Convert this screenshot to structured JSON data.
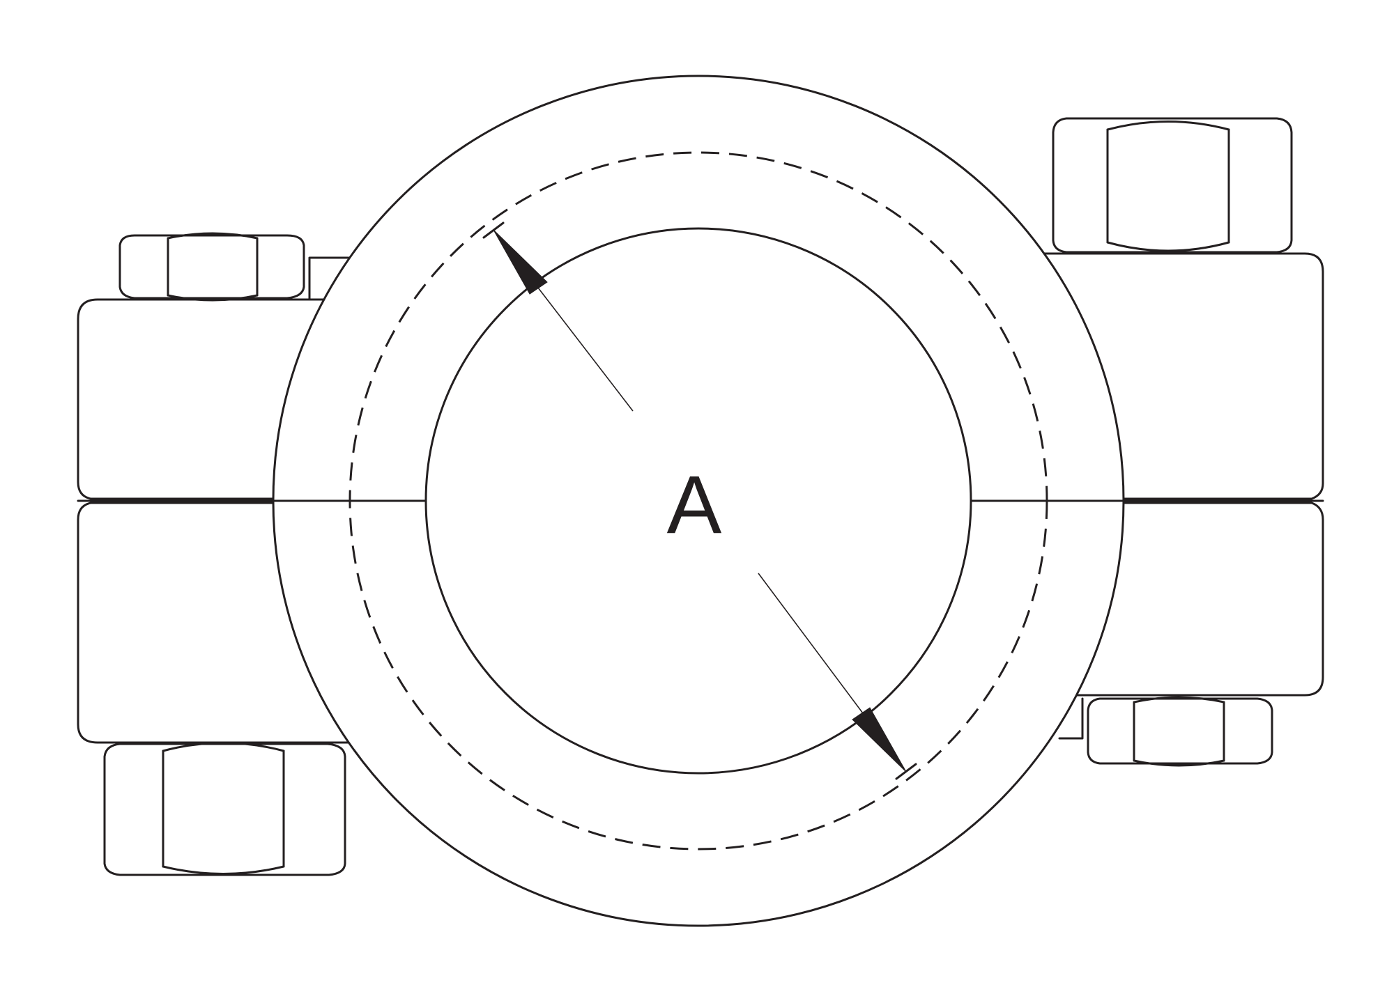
{
  "diagram": {
    "type": "technical-drawing",
    "subject": "split pipe clamp with bolted flanges, end view",
    "line_color": "#231f20",
    "background": "#ffffff",
    "dimension": {
      "label": "A",
      "meaning": "inner diameter",
      "arrow_count": 2
    },
    "components": {
      "outer_ring": "clamp body outer circle",
      "bolt_circle": "dashed circle",
      "bore": "inner circle",
      "split_line": "horizontal split between clamp halves",
      "left_flange": "rounded rectangular lug, split horizontally",
      "right_flange": "rounded rectangular lug, split horizontally",
      "nuts": [
        "top-left hex nut",
        "top-right hex nut",
        "bottom-left hex nut",
        "bottom-right hex nut"
      ]
    }
  }
}
